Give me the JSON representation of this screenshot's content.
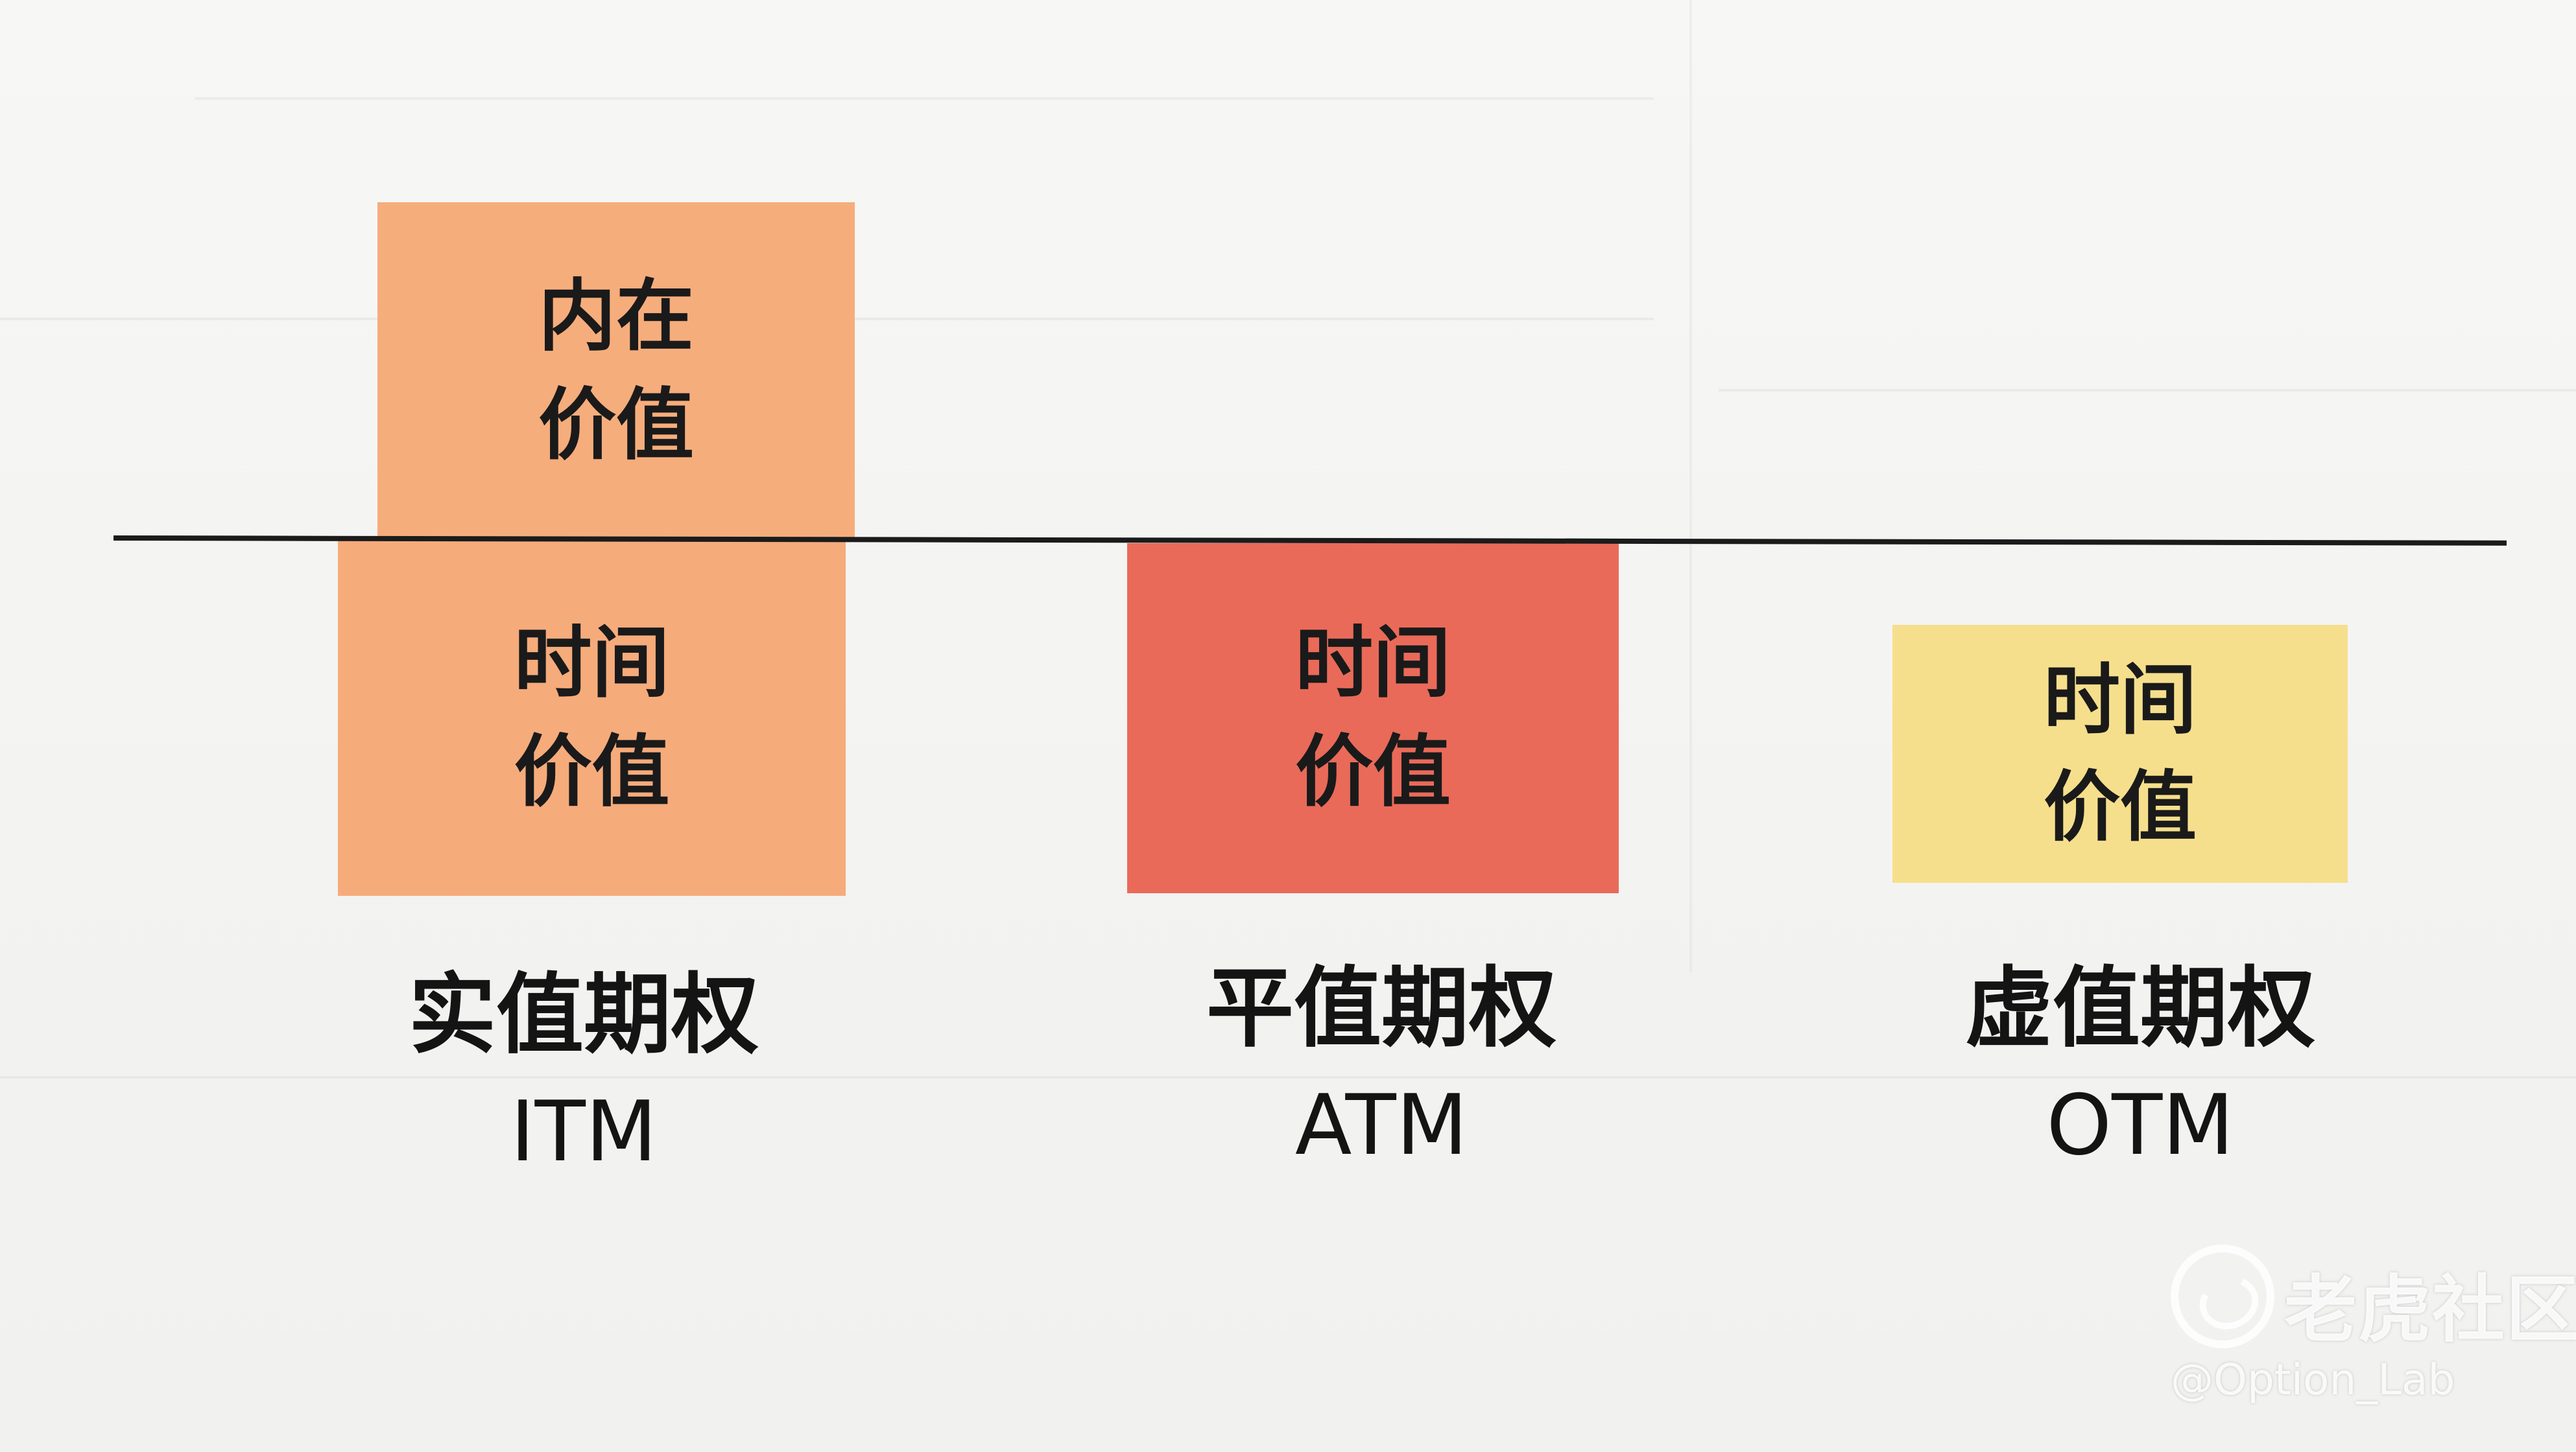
{
  "diagram": {
    "upper_row_label": "内在价值",
    "boxes": [
      {
        "id": "itm-intrinsic",
        "text": "内在价值",
        "color": "#f6ad7c"
      },
      {
        "id": "itm-time",
        "text": "时间价值",
        "color": "#f6ab7b"
      },
      {
        "id": "atm-time",
        "text": "时间价值",
        "color": "#ea6a59"
      },
      {
        "id": "otm-time",
        "text": "时间价值",
        "color": "#f6df8c"
      }
    ],
    "labels": [
      {
        "cn": "实值期权",
        "en": "ITM"
      },
      {
        "cn": "平值期权",
        "en": "ATM"
      },
      {
        "cn": "虚值期权",
        "en": "OTM"
      }
    ],
    "baseline_color": "#1b1b1b"
  },
  "watermark": {
    "name": "老虎社区",
    "handle": "@Option_Lab"
  }
}
